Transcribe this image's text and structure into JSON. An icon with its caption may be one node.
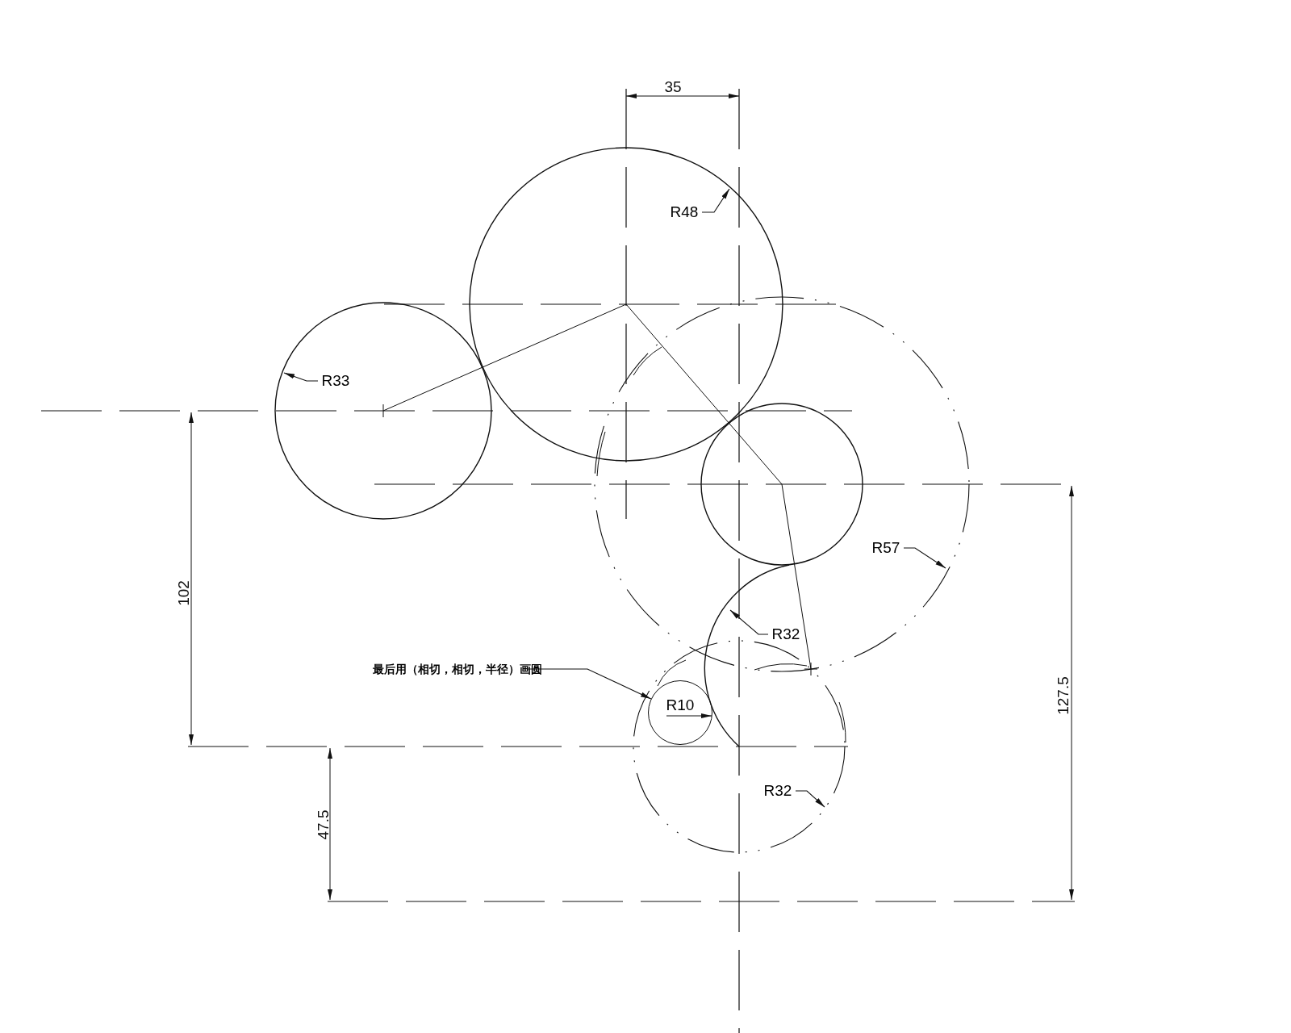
{
  "diagram": {
    "nodes": [
      {
        "text": [
          "R48"
        ]
      },
      {
        "text": [
          "R33"
        ]
      },
      {
        "text": [
          "R57"
        ]
      },
      {
        "text": [
          "R32"
        ]
      },
      {
        "text": [
          "最后用（相切，相切，半径）画圆"
        ]
      },
      {
        "text": [
          "R10"
        ]
      },
      {
        "text": [
          "R32"
        ]
      }
    ],
    "edges": [
      {
        "from": 0,
        "to": null,
        "arrow": "to"
      },
      {
        "from": 1,
        "to": null,
        "arrow": "to"
      },
      {
        "from": 2,
        "to": null,
        "arrow": "to"
      },
      {
        "from": 3,
        "to": null,
        "arrow": "to"
      },
      {
        "from": 4,
        "to": 5,
        "arrow": "to"
      },
      {
        "from": 6,
        "to": null,
        "arrow": "to"
      }
    ],
    "labels": [
      "35",
      "102",
      "127.5",
      "47.5"
    ]
  }
}
